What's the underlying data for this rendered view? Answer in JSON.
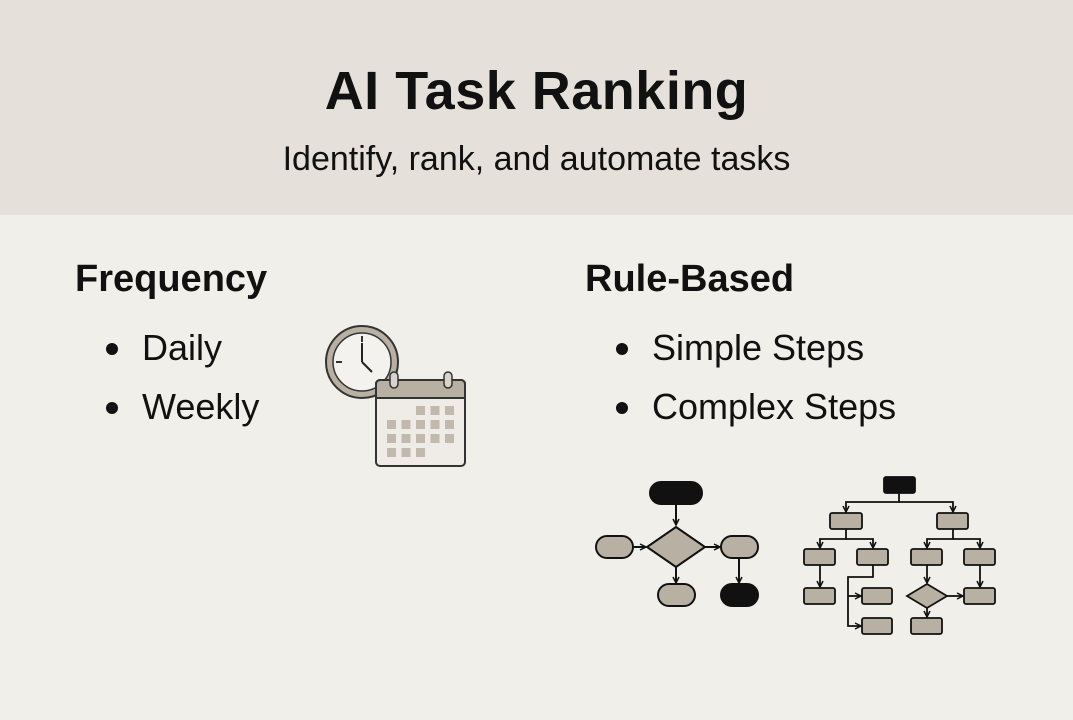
{
  "header": {
    "title": "AI Task Ranking",
    "subtitle": "Identify, rank, and automate tasks"
  },
  "sections": [
    {
      "title": "Frequency",
      "items": [
        "Daily",
        "Weekly"
      ],
      "icon": "clock-calendar-icon"
    },
    {
      "title": "Rule-Based",
      "items": [
        "Simple Steps",
        "Complex Steps"
      ],
      "icon": "flowchart-icon"
    }
  ],
  "colors": {
    "header_bg": "#e5e1da",
    "body_bg": "#f1efea",
    "shape_fill": "#b9b0a4",
    "ink": "#111111"
  }
}
